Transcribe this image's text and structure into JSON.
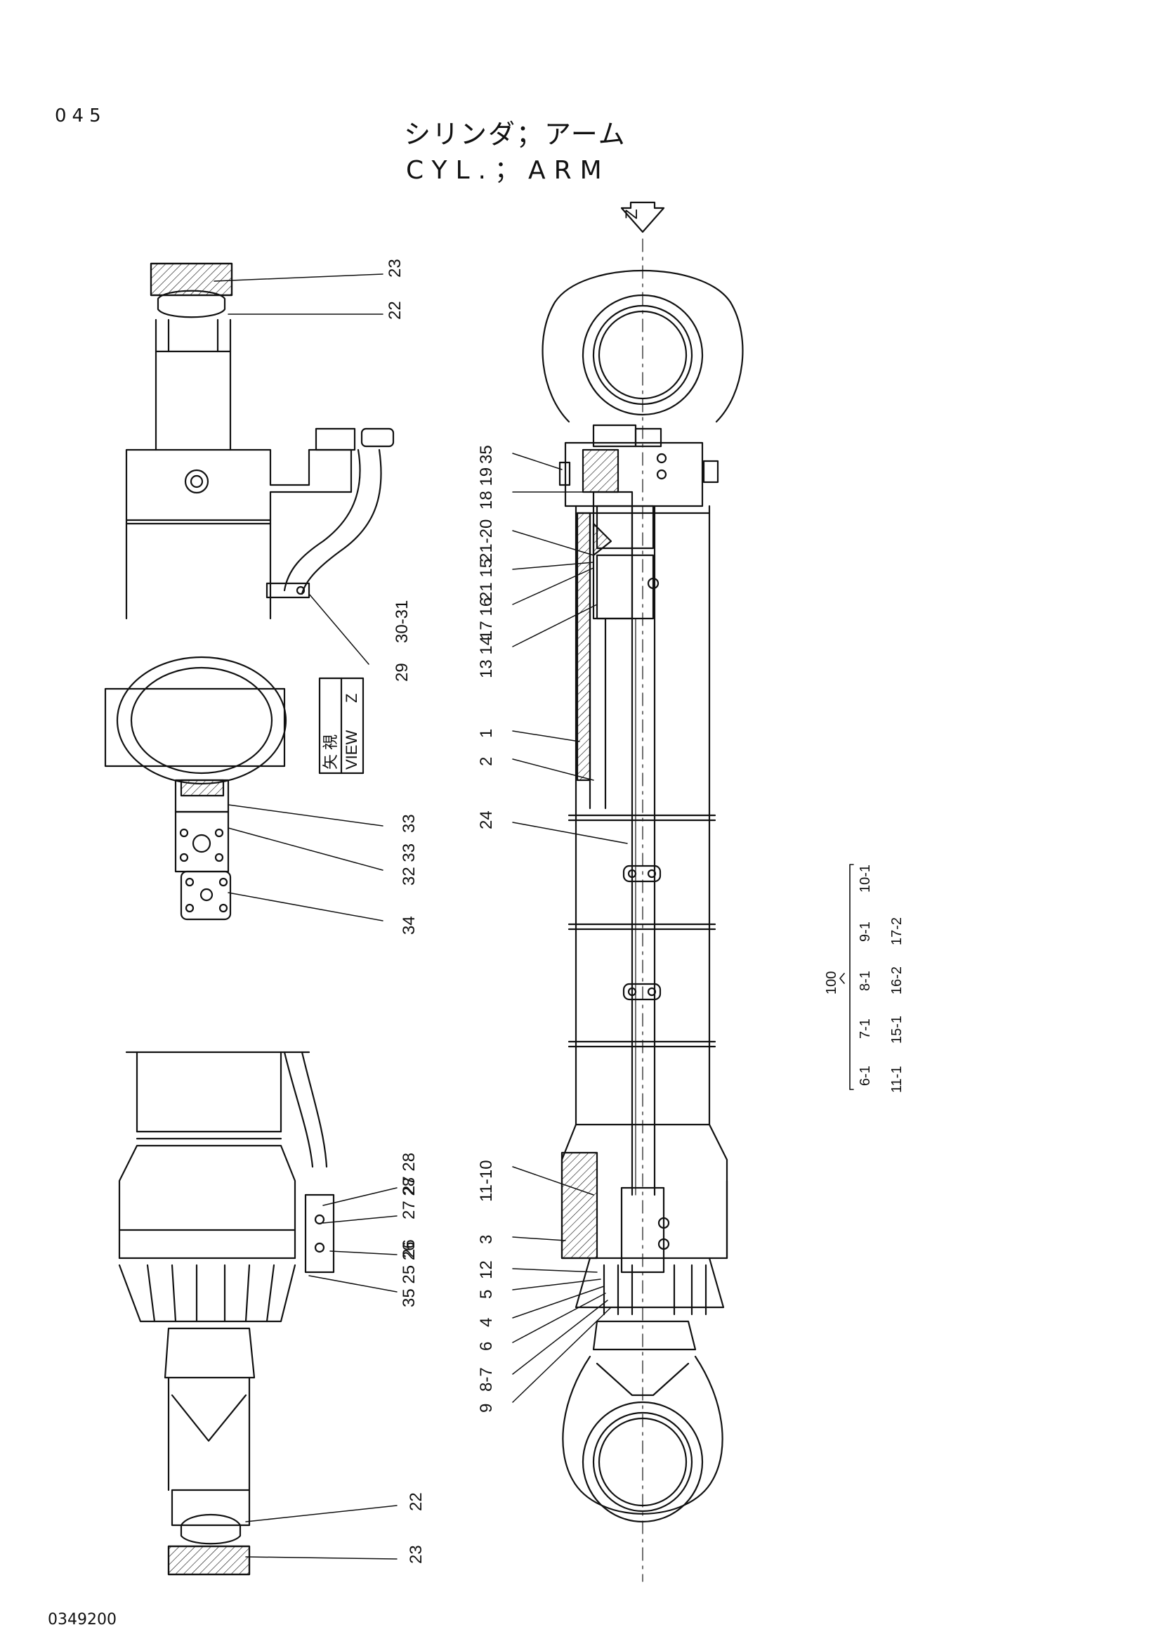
{
  "page_number": "045",
  "title_jp": "シリンダ；アーム",
  "title_en": "CYL.；ARM",
  "document_code": "0349200",
  "view_marker": "Z",
  "view_label_jp": "矢 視",
  "view_label_en": "VIEW",
  "view_label_letter": "Z",
  "left_upper_callouts": [
    "23",
    "22",
    "30-31",
    "29"
  ],
  "left_view_z_callouts": [
    "33",
    "32 33",
    "34"
  ],
  "left_lower_callouts": [
    "27 28",
    "27 28",
    "26",
    "35 25 26",
    "22",
    "23"
  ],
  "main_callouts": [
    "35",
    "18 19",
    "21-20",
    "21 15",
    "17 16",
    "13 14",
    "1",
    "2",
    "24",
    "11-10",
    "3",
    "12",
    "5",
    "4",
    "6",
    "8-7",
    "9"
  ],
  "kit": {
    "label": "100",
    "row1": [
      "6-1",
      "7-1",
      "8-1",
      "9-1",
      "10-1"
    ],
    "row2": [
      "11-1",
      "15-1",
      "16-2",
      "17-2"
    ]
  }
}
